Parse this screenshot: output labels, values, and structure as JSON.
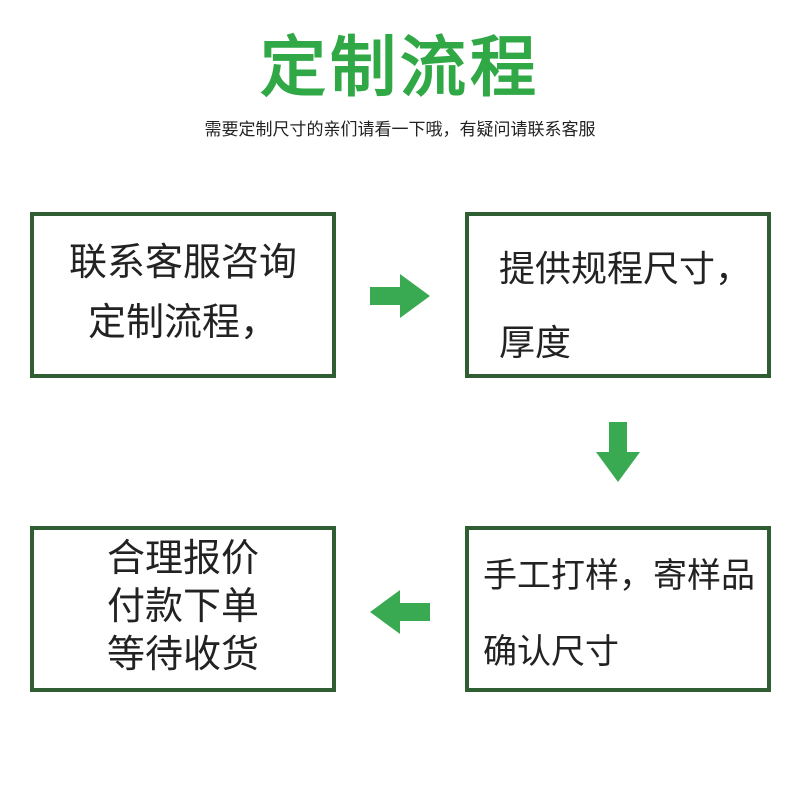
{
  "header": {
    "title": "定制流程",
    "subtitle": "需要定制尺寸的亲们请看一下哦，有疑问请联系客服"
  },
  "steps": [
    {
      "lines": [
        "联系客服咨询",
        "定制流程，"
      ]
    },
    {
      "lines": [
        "提供规程尺寸，",
        "厚度"
      ]
    },
    {
      "lines": [
        "手工打样，寄样品",
        "确认尺寸"
      ]
    },
    {
      "lines": [
        "合理报价",
        "付款下单",
        "等待收货"
      ]
    }
  ],
  "colors": {
    "title_green": "#2fa845",
    "box_border": "#2f5e33",
    "arrow_green": "#3aaa52"
  },
  "icons": {
    "arrow_1": "arrow-right-icon",
    "arrow_2": "arrow-down-icon",
    "arrow_3": "arrow-left-icon"
  }
}
